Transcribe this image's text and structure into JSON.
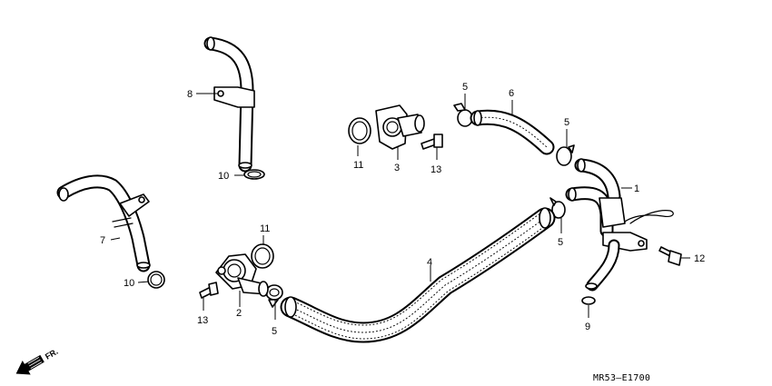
{
  "diagram": {
    "callouts": [
      {
        "id": "c1",
        "text": "1"
      },
      {
        "id": "c2",
        "text": "2"
      },
      {
        "id": "c3",
        "text": "3"
      },
      {
        "id": "c4",
        "text": "4"
      },
      {
        "id": "c5a",
        "text": "5"
      },
      {
        "id": "c5b",
        "text": "5"
      },
      {
        "id": "c5c",
        "text": "5"
      },
      {
        "id": "c5d",
        "text": "5"
      },
      {
        "id": "c6",
        "text": "6"
      },
      {
        "id": "c7",
        "text": "7"
      },
      {
        "id": "c8",
        "text": "8"
      },
      {
        "id": "c9",
        "text": "9"
      },
      {
        "id": "c10a",
        "text": "10"
      },
      {
        "id": "c10b",
        "text": "10"
      },
      {
        "id": "c11a",
        "text": "11"
      },
      {
        "id": "c11b",
        "text": "11"
      },
      {
        "id": "c12",
        "text": "12"
      },
      {
        "id": "c13a",
        "text": "13"
      },
      {
        "id": "c13b",
        "text": "13"
      }
    ],
    "direction_label": "FR.",
    "diagram_code": "MR53—E1700"
  }
}
